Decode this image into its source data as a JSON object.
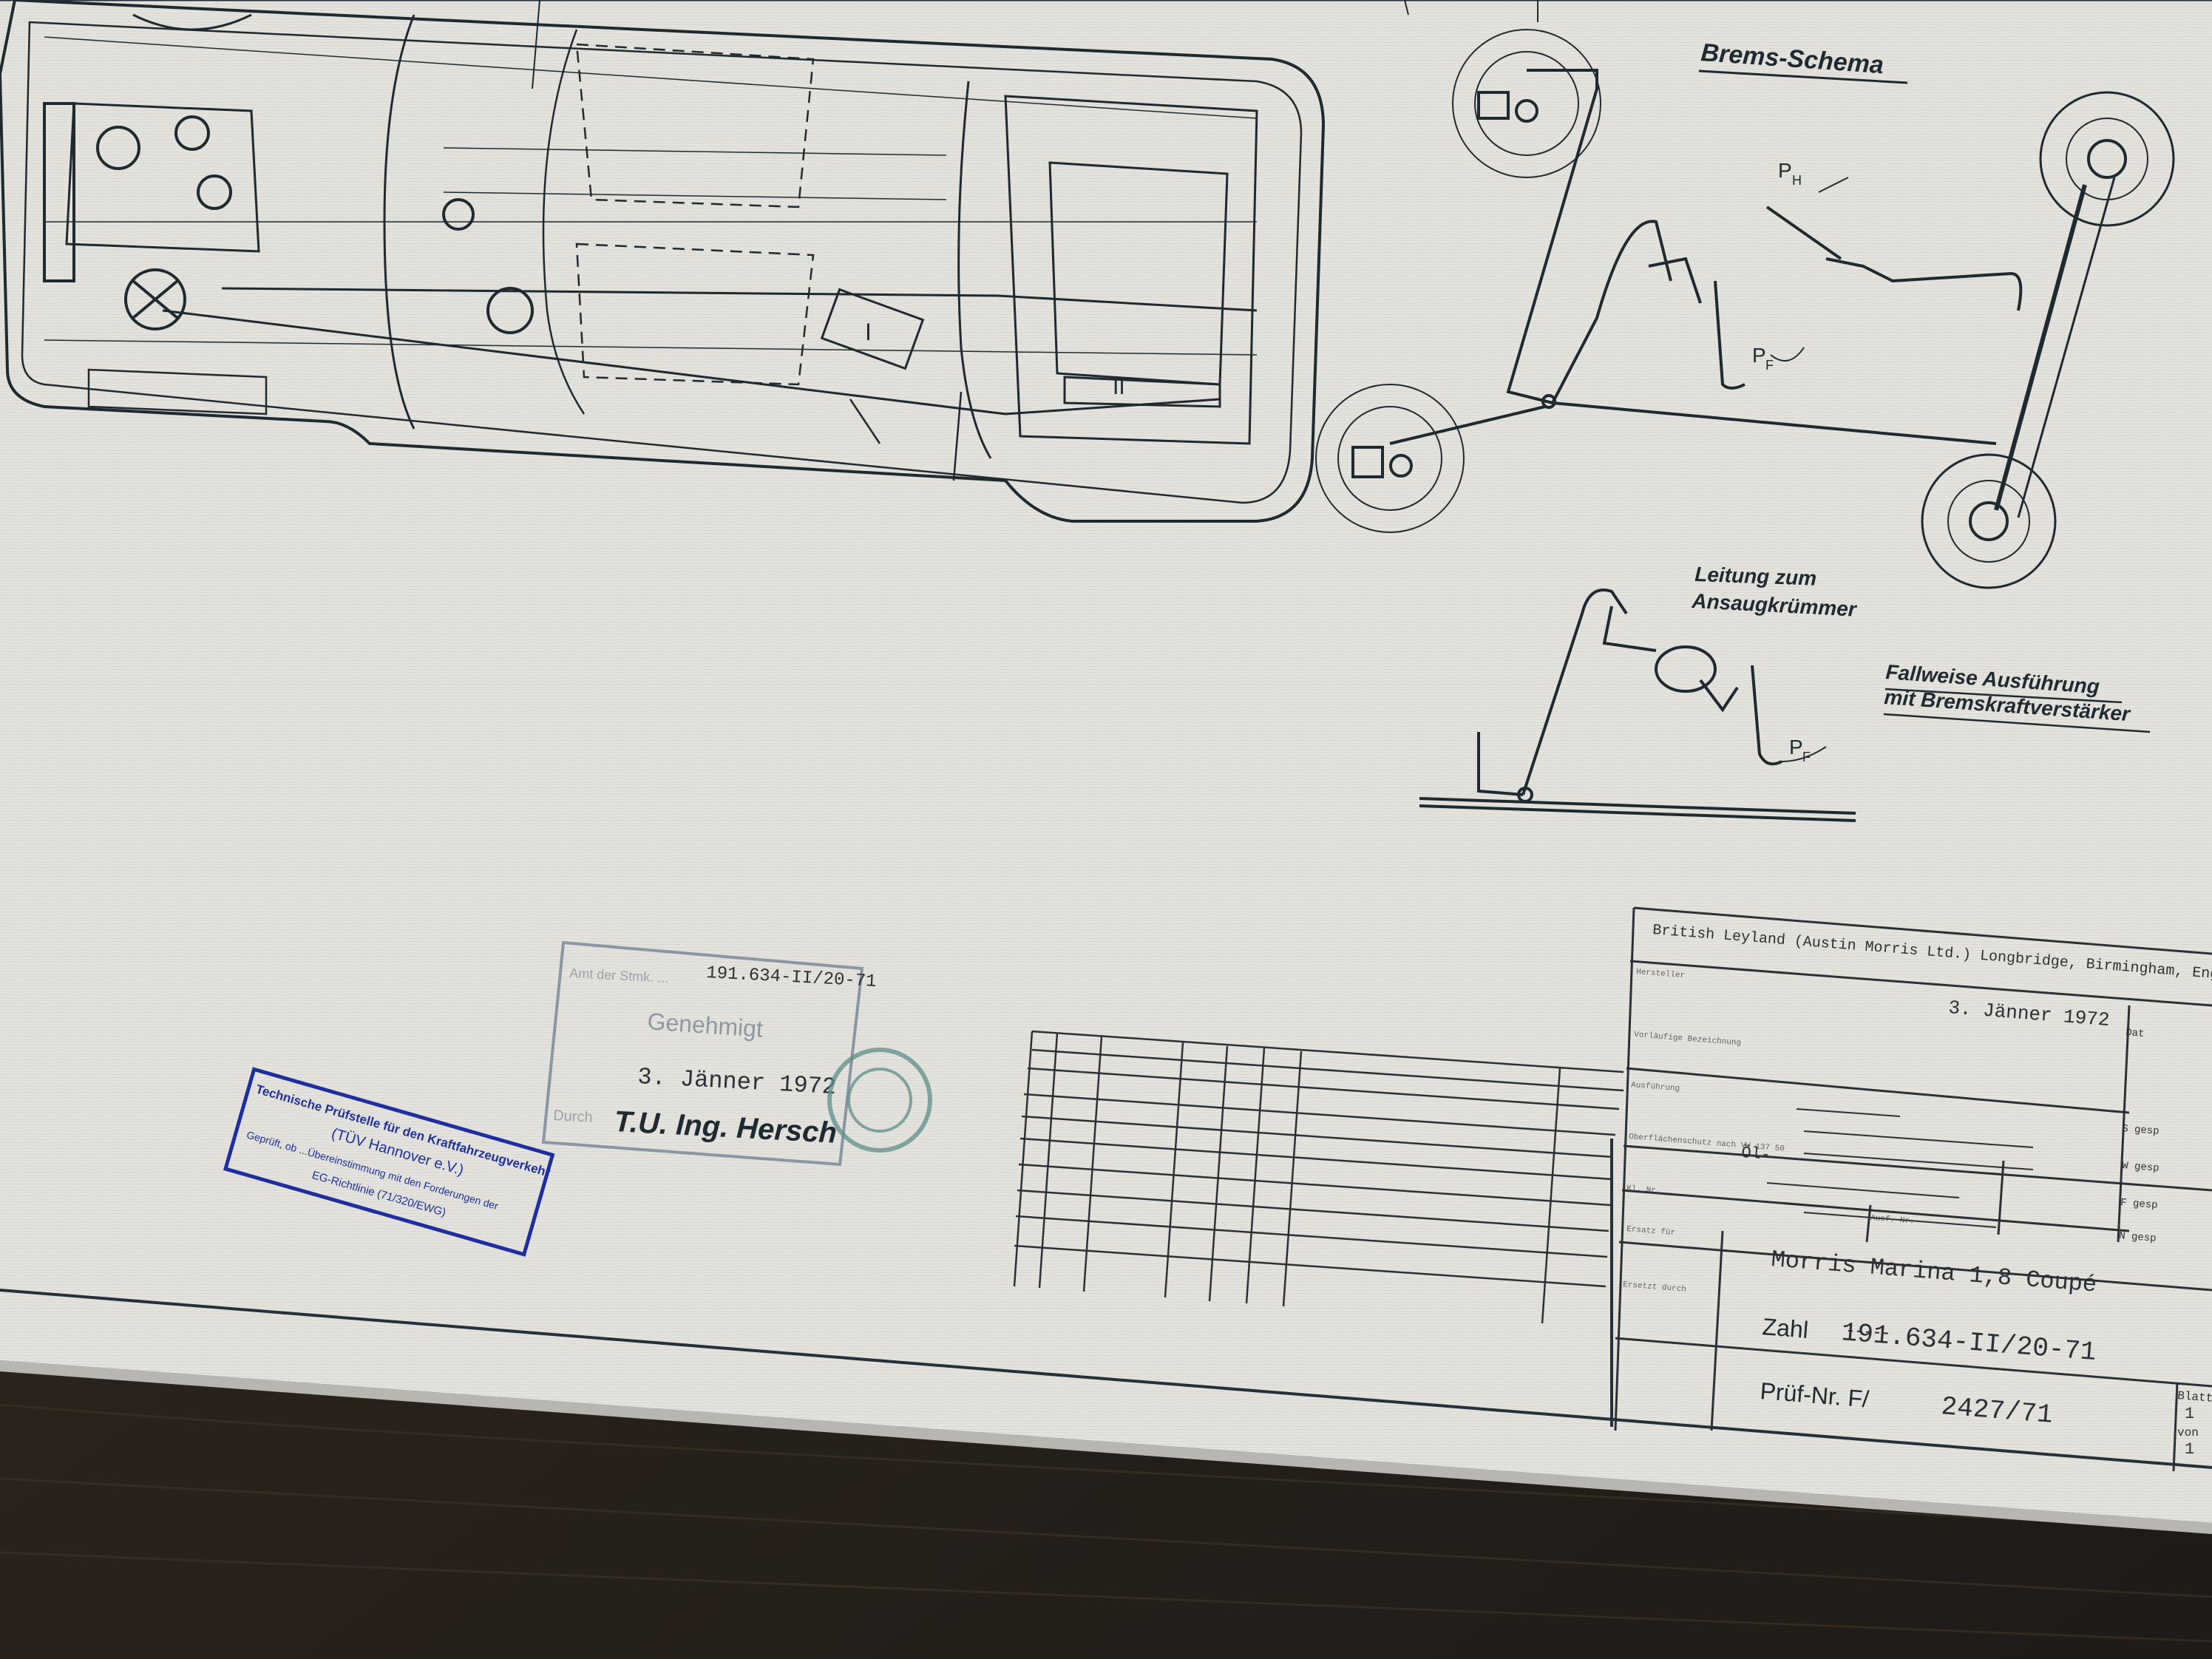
{
  "photo": {
    "paper_color": "#e4e3dd",
    "ink_color": "#1e2a30",
    "table_color": "#2a2420",
    "stamp_blue": "#1d2f9e",
    "stamp_grey": "#6c7a88",
    "stamp_teal": "#5e8f8a"
  },
  "brake_diagram": {
    "title": "Brems-Schema",
    "handbrake_force": "P",
    "handbrake_sub": "H",
    "pedal_force": "P",
    "pedal_sub": "F"
  },
  "booster_diagram": {
    "note_line1": "Leitung  zum",
    "note_line2": "Ansaugkrümmer",
    "caption_line1": "Fallweise  Ausführung",
    "caption_line2": "mit  Bremskraftverstärker",
    "pedal_force": "P",
    "pedal_sub": "F"
  },
  "car_drawing": {
    "section_marks": [
      "I",
      "II"
    ]
  },
  "approval_stamp": {
    "number": "191.634-II/20-71",
    "header_faint": "Amt der Stmk. ...",
    "status": "Genehmigt",
    "date": "3. Jänner 1972",
    "by": "Durch",
    "signature": "T.U. Ing. Hersch"
  },
  "tuv_stamp": {
    "line1": "Technische Prüfstelle für den Kraftfahrzeugverkehr",
    "line2": "(TÜV Hannover e.V.)",
    "line3": "Geprüft, ob ...Übereinstimmung mit den Forderungen der",
    "line4": "EG-Richtlinie (71/320/EWG)"
  },
  "title_block": {
    "manufacturer": "British Leyland (Austin Morris Ltd.) Longbridge, Birmingham, England",
    "date": "3. Jänner 1972",
    "surface": "Öl-",
    "vehicle": "Morris Marina 1,8 Coupé",
    "zahl_label": "Zahl",
    "zahl_value": "191.634-II/20-71",
    "pruef_label": "Prüf-Nr. F/",
    "pruef_value": "2427/71",
    "sheet_label": "Blatt",
    "sheet_num": "1",
    "sheet_of": "von",
    "sheet_total": "1",
    "side_labels": [
      "Dat",
      "S gesp",
      "W gesp",
      "F gesp",
      "N gesp"
    ],
    "small_labels": [
      "Hersteller",
      "Vorläufige Bezeichnung",
      "Ausführung",
      "Oberflächenschutz nach VW 137 50",
      "Kl. Nr.",
      "Ausf.-Nr.",
      "Ersatz für",
      "Ersetzt durch"
    ]
  }
}
